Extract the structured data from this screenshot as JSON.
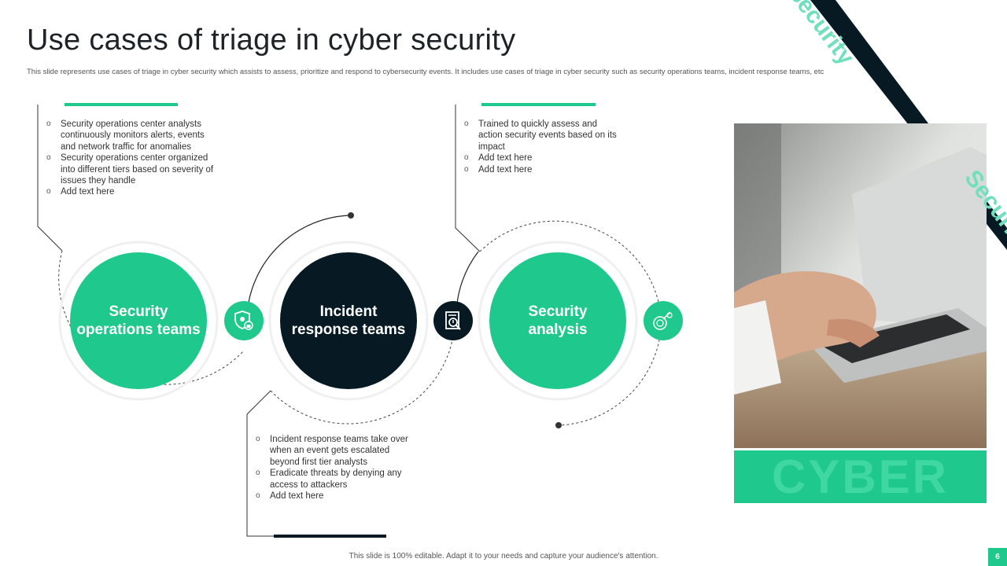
{
  "header": {
    "title": "Use cases of triage in cyber security",
    "subtitle": "This slide represents use cases of triage in cyber security which assists to assess, prioritize and respond to cybersecurity events. It includes use cases of triage in cyber security such as security operations teams, incident response teams, etc"
  },
  "use_cases": [
    {
      "label": "Security operations teams",
      "icon": "shield-lock-icon",
      "bullets": [
        "Security operations center analysts continuously monitors alerts, events and network traffic for anomalies",
        "Security operations center organized into different tiers based on severity of issues they handle",
        "Add text here"
      ]
    },
    {
      "label": "Incident response teams",
      "icon": "document-search-icon",
      "bullets": [
        "Incident response teams take over when an event gets escalated beyond first tier analysts",
        "Eradicate threats by denying any access to attackers",
        "Add text here"
      ]
    },
    {
      "label": "Security analysis",
      "icon": "analysis-target-icon",
      "bullets": [
        "Trained to quickly assess and action security events based on its impact",
        "Add text here",
        "Add text here"
      ]
    }
  ],
  "image_panel": {
    "caption": "CYBER",
    "ribbon_top": "Security",
    "ribbon_bottom": "Security"
  },
  "footer": {
    "note": "This slide is 100% editable. Adapt it to your needs and capture your audience's attention.",
    "page_number": "6"
  },
  "colors": {
    "accent": "#1fc98e",
    "dark": "#071a24"
  }
}
